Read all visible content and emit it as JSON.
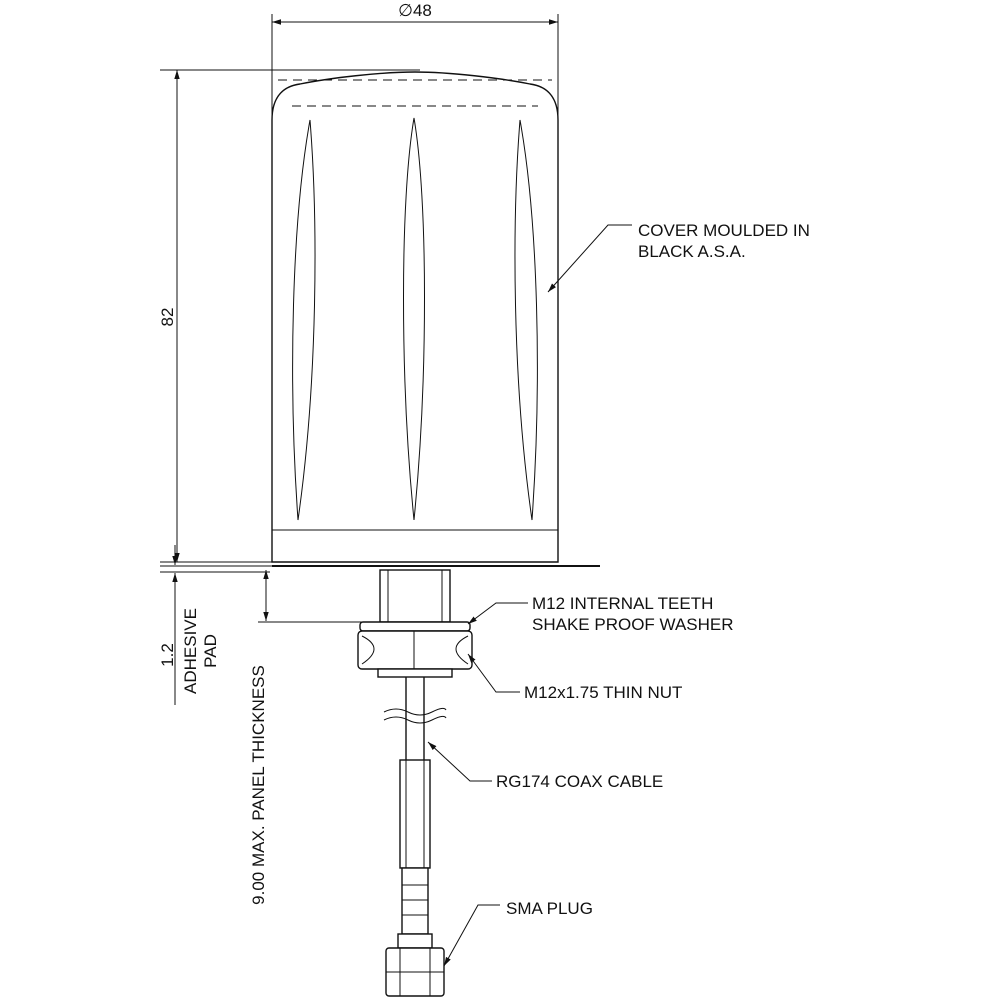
{
  "dimensions": {
    "diameter": "∅48",
    "height": "82",
    "adhesive_thickness": "1.2",
    "adhesive_label_line1": "ADHESIVE",
    "adhesive_label_line2": "PAD",
    "panel_thickness": "9.00 MAX. PANEL THICKNESS"
  },
  "callouts": {
    "cover_line1": "COVER MOULDED IN",
    "cover_line2": "BLACK A.S.A.",
    "washer_line1": "M12 INTERNAL TEETH",
    "washer_line2": "SHAKE PROOF WASHER",
    "nut": "M12x1.75 THIN NUT",
    "cable": "RG174 COAX CABLE",
    "plug": "SMA PLUG"
  }
}
